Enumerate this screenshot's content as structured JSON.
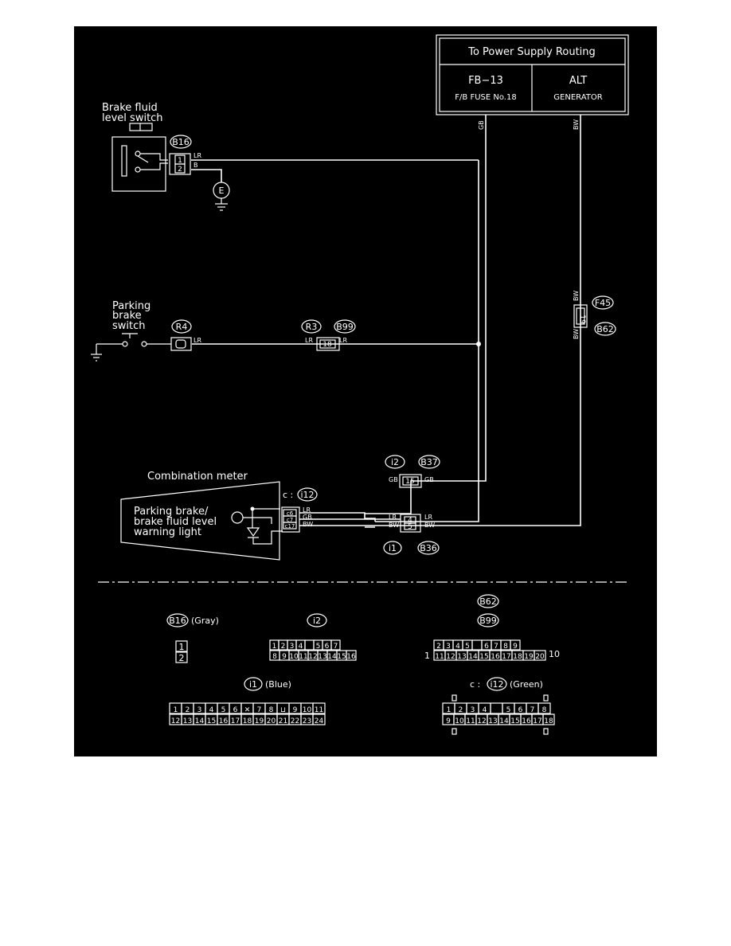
{
  "power_box": {
    "title": "To Power Supply Routing",
    "fb13": "FB−13",
    "fuse": "F/B FUSE No.18",
    "alt": "ALT",
    "generator": "GENERATOR"
  },
  "components": {
    "brake_fluid_line1": "Brake fluid",
    "brake_fluid_line2": "level switch",
    "parking_line1": "Parking",
    "parking_line2": "brake",
    "parking_line3": "switch",
    "combination_meter": "Combination meter",
    "warning_line1": "Parking brake/",
    "warning_line2": "brake fluid level",
    "warning_line3": "warning light",
    "meter_conn_prefix": "c :",
    "ground_e": "E"
  },
  "connector_ids": {
    "b16": "B16",
    "r4": "R4",
    "r3": "R3",
    "b99": "B99",
    "f45": "F45",
    "b62": "B62",
    "i2": "i2",
    "b37": "B37",
    "i12": "i12",
    "i1": "i1",
    "b36": "B36"
  },
  "wire_labels": {
    "gb": "GB",
    "bw": "BW",
    "lr": "LR",
    "b": "B"
  },
  "pins": {
    "p1": "1",
    "p2": "2",
    "p18": "18",
    "p19": "19",
    "p15": "15",
    "p4": "4",
    "p5": "5",
    "c6": "c6",
    "c7": "c7",
    "c17": "c17"
  },
  "key": {
    "b16_label": "B16",
    "b16_color": "(Gray)",
    "i2_label": "i2",
    "b62_label": "B62",
    "b99_label": "B99",
    "i1_label": "i1",
    "i1_color": "(Blue)",
    "i12_prefix": "c :",
    "i12_label": "i12",
    "i12_color": "(Green)",
    "b16_pins": [
      "1",
      "2"
    ],
    "i2_row1": [
      "1",
      "2",
      "3",
      "4",
      "",
      "5",
      "6",
      "7"
    ],
    "i2_row2": [
      "8",
      "9",
      "10",
      "11",
      "12",
      "13",
      "14",
      "15",
      "16"
    ],
    "b62_left": "1",
    "b62_right": "10",
    "b62_row1": [
      "2",
      "3",
      "4",
      "5",
      "",
      "6",
      "7",
      "8",
      "9"
    ],
    "b62_row2": [
      "11",
      "12",
      "13",
      "14",
      "15",
      "16",
      "17",
      "18",
      "19",
      "20"
    ],
    "i1_row1": [
      "1",
      "2",
      "3",
      "4",
      "5",
      "6",
      "✕",
      "7",
      "8",
      "⊔",
      "9",
      "10",
      "11"
    ],
    "i1_row2": [
      "12",
      "13",
      "14",
      "15",
      "16",
      "17",
      "18",
      "19",
      "20",
      "21",
      "22",
      "23",
      "24"
    ],
    "i12_row1": [
      "1",
      "2",
      "3",
      "4",
      "",
      "5",
      "6",
      "7",
      "8"
    ],
    "i12_row2": [
      "9",
      "10",
      "11",
      "12",
      "13",
      "14",
      "15",
      "16",
      "17",
      "18"
    ]
  }
}
